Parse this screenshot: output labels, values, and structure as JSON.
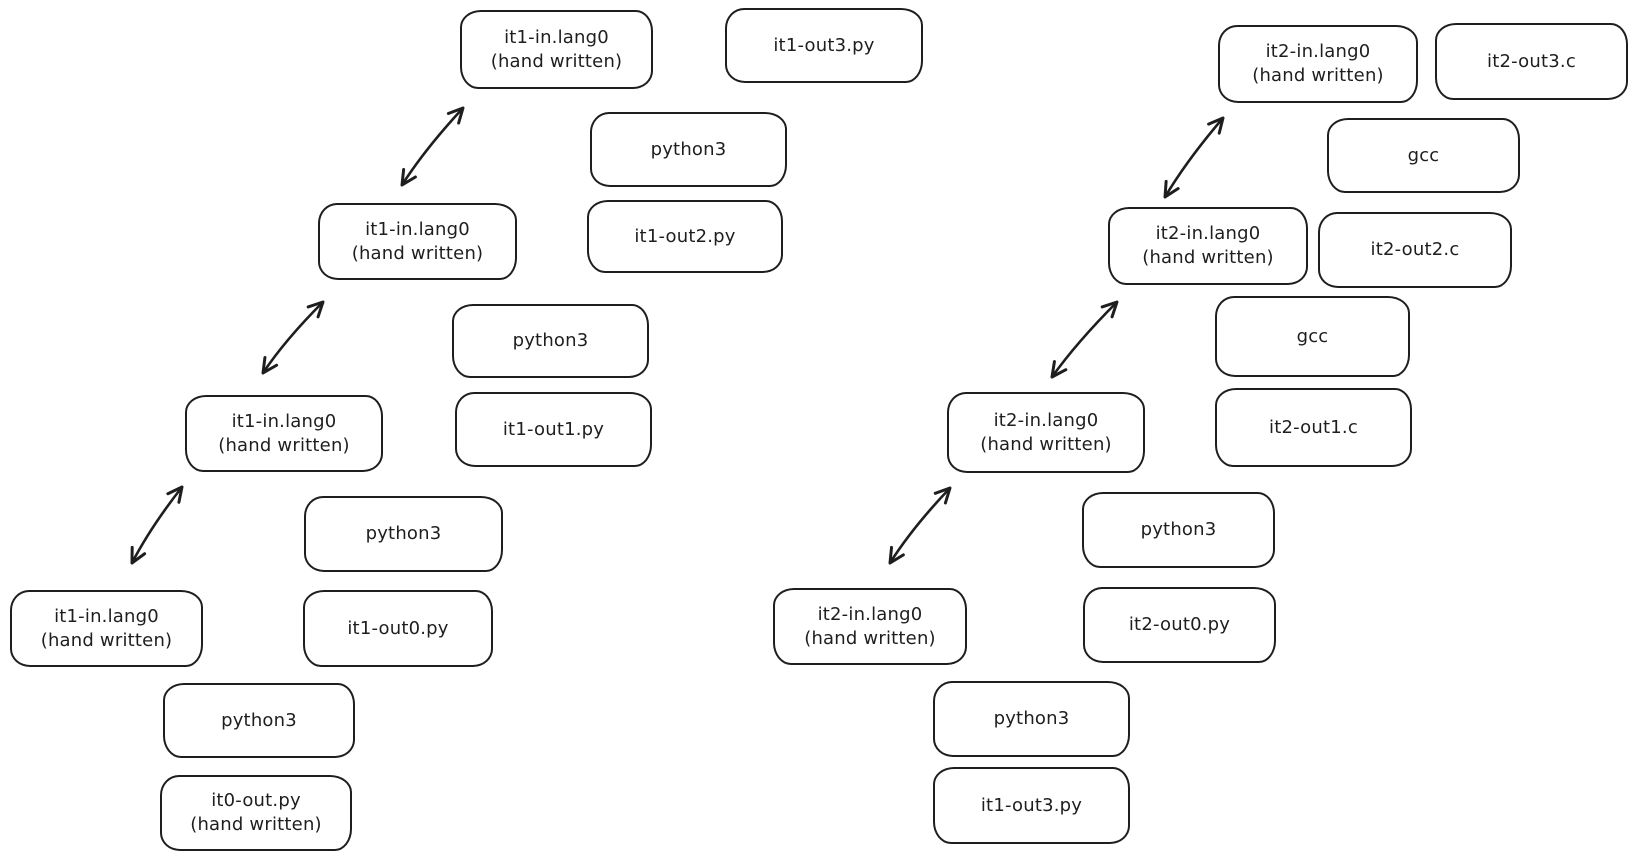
{
  "diagram": {
    "background": "#ffffff",
    "stroke_color": "#1e1e1e",
    "nodes": [
      {
        "id": "it1-in-0",
        "label": "it1-in.lang0",
        "sublabel": "(hand written)"
      },
      {
        "id": "python3-left-0",
        "label": "python3"
      },
      {
        "id": "it0-out",
        "label": "it0-out.py",
        "sublabel": "(hand written)"
      },
      {
        "id": "it1-out0",
        "label": "it1-out0.py"
      },
      {
        "id": "python3-left-1",
        "label": "python3"
      },
      {
        "id": "it1-in-1",
        "label": "it1-in.lang0",
        "sublabel": "(hand written)"
      },
      {
        "id": "it1-out1",
        "label": "it1-out1.py"
      },
      {
        "id": "python3-left-2",
        "label": "python3"
      },
      {
        "id": "it1-in-2",
        "label": "it1-in.lang0",
        "sublabel": "(hand written)"
      },
      {
        "id": "it1-out2",
        "label": "it1-out2.py"
      },
      {
        "id": "python3-left-3",
        "label": "python3"
      },
      {
        "id": "it1-in-3",
        "label": "it1-in.lang0",
        "sublabel": "(hand written)"
      },
      {
        "id": "it1-out3",
        "label": "it1-out3.py"
      },
      {
        "id": "it2-in-0",
        "label": "it2-in.lang0",
        "sublabel": "(hand written)"
      },
      {
        "id": "python3-right-0",
        "label": "python3"
      },
      {
        "id": "it1-out3-input",
        "label": "it1-out3.py"
      },
      {
        "id": "it2-out0",
        "label": "it2-out0.py"
      },
      {
        "id": "python3-right-1",
        "label": "python3"
      },
      {
        "id": "it2-in-1",
        "label": "it2-in.lang0",
        "sublabel": "(hand written)"
      },
      {
        "id": "it2-out1",
        "label": "it2-out1.c"
      },
      {
        "id": "gcc-1",
        "label": "gcc"
      },
      {
        "id": "it2-in-2",
        "label": "it2-in.lang0",
        "sublabel": "(hand written)"
      },
      {
        "id": "it2-out2",
        "label": "it2-out2.c"
      },
      {
        "id": "gcc-2",
        "label": "gcc"
      },
      {
        "id": "it2-in-3",
        "label": "it2-in.lang0",
        "sublabel": "(hand written)"
      },
      {
        "id": "it2-out3",
        "label": "it2-out3.c"
      }
    ],
    "connections": [
      {
        "from": "it1-in-0",
        "to": "it1-in-1",
        "type": "double-arrow"
      },
      {
        "from": "it1-in-1",
        "to": "it1-in-2",
        "type": "double-arrow"
      },
      {
        "from": "it1-in-2",
        "to": "it1-in-3",
        "type": "double-arrow"
      },
      {
        "from": "it2-in-0",
        "to": "it2-in-1",
        "type": "double-arrow"
      },
      {
        "from": "it2-in-1",
        "to": "it2-in-2",
        "type": "double-arrow"
      },
      {
        "from": "it2-in-2",
        "to": "it2-in-3",
        "type": "double-arrow"
      }
    ]
  }
}
